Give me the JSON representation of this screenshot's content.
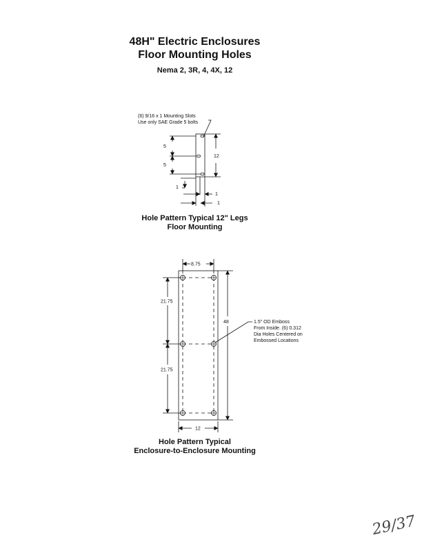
{
  "header": {
    "title": "48H\" Electric Enclosures",
    "subtitle": "Floor Mounting Holes",
    "types": "Nema 2, 3R, 4, 4X, 12"
  },
  "leg_diagram": {
    "note_line1": "(6)  9/16 x 1 Mounting Slots",
    "note_line2": "Use only SAE Grade 5 bolts",
    "dim_top": "5",
    "dim_mid": "5",
    "dim_height": "12",
    "dim_left": "1",
    "dim_right1": "1",
    "dim_right2": "1",
    "caption_line1": "Hole Pattern Typical 12\" Legs",
    "caption_line2": "Floor Mounting"
  },
  "enclosure_diagram": {
    "dim_top_width": "8.75",
    "dim_upper": "21.75",
    "dim_lower": "21.75",
    "dim_height": "48",
    "dim_bottom_width": "12",
    "note_line1": "1.5\" OD Emboss",
    "note_line2": "From Inside. (6)  0.312",
    "note_line3": "Dia Holes Centered on",
    "note_line4": "Embossed Locations",
    "caption_line1": "Hole Pattern Typical",
    "caption_line2": "Enclosure-to-Enclosure Mounting"
  },
  "page_mark": "29/37"
}
